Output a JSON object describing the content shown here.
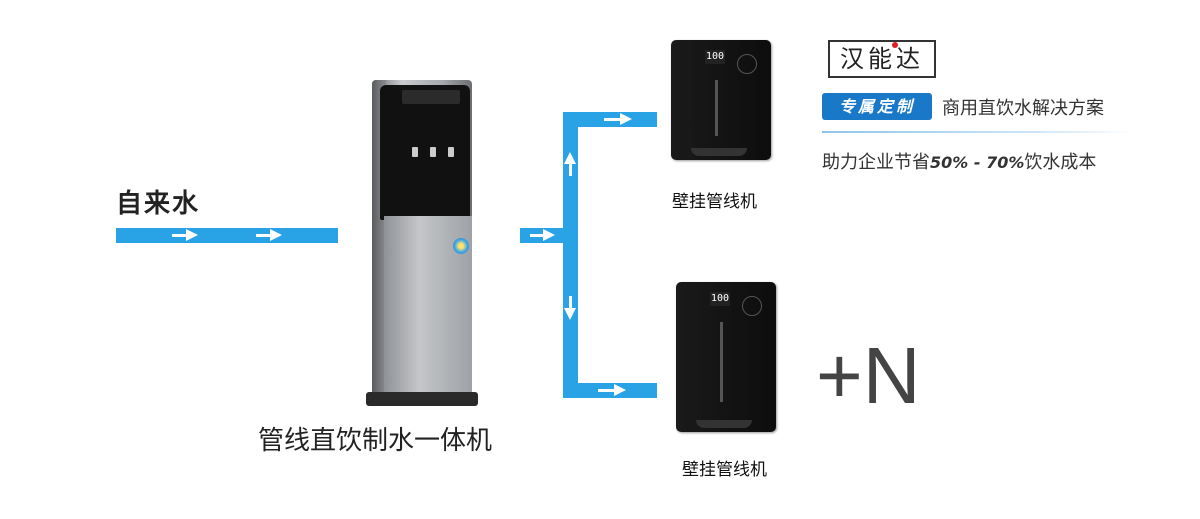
{
  "source_label": "自来水",
  "main_unit_label": "管线直饮制水一体机",
  "wall_units": [
    {
      "label": "壁挂管线机",
      "display": "100"
    },
    {
      "label": "壁挂管线机",
      "display": "100"
    }
  ],
  "plus_n": "+N",
  "brand": {
    "logo_text": "汉能达",
    "badge": "专属定制",
    "slogan_line1": "商用直饮水解决方案",
    "slogan_line2_prefix": "助力企业节省",
    "slogan_line2_highlight": "50% - 70%",
    "slogan_line2_suffix": "饮水成本"
  },
  "colors": {
    "pipe": "#2aa3e6",
    "badge": "#1a78c8"
  }
}
